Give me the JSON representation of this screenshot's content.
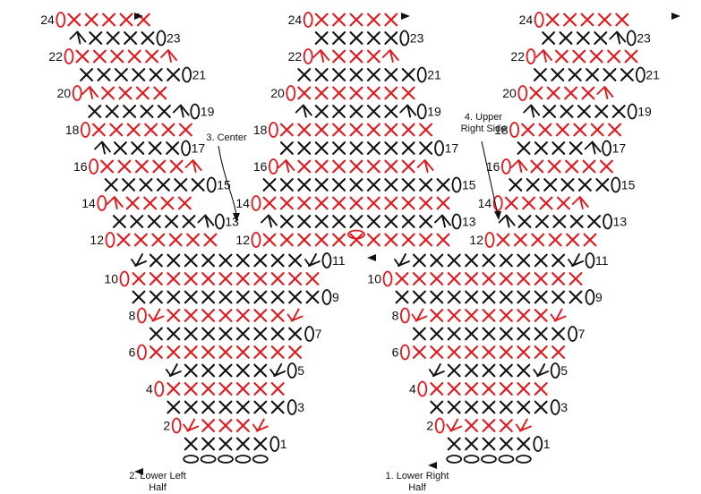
{
  "colors": {
    "red": "#e0191e",
    "black": "#111111"
  },
  "symbols": {
    "sc": "cross-stitch",
    "dec": "decrease-stitch",
    "inc": "increase-stitch",
    "ch": "chain-oval",
    "turn": "start-triangle"
  },
  "labels": {
    "lower_left": [
      "2. Lower Left",
      "Half"
    ],
    "lower_right": [
      "1. Lower Right",
      "Half"
    ],
    "center": [
      "3. Center"
    ],
    "upper_right": [
      "4. Upper",
      "Right Side"
    ]
  },
  "pieces": {
    "lower_left": {
      "rows": [
        {
          "n": "1",
          "color": "black",
          "stitches": [
            "sc",
            "sc",
            "sc",
            "sc",
            "sc"
          ]
        },
        {
          "n": "2",
          "color": "red",
          "stitches": [
            "inc",
            "sc",
            "sc",
            "sc",
            "inc"
          ]
        },
        {
          "n": "3",
          "color": "black",
          "stitches": [
            "sc",
            "sc",
            "sc",
            "sc",
            "sc",
            "sc",
            "sc"
          ]
        },
        {
          "n": "4",
          "color": "red",
          "stitches": [
            "sc",
            "sc",
            "sc",
            "sc",
            "sc",
            "sc",
            "sc"
          ]
        },
        {
          "n": "5",
          "color": "black",
          "stitches": [
            "inc",
            "sc",
            "sc",
            "sc",
            "sc",
            "sc",
            "inc"
          ]
        },
        {
          "n": "6",
          "color": "red",
          "stitches": [
            "sc",
            "sc",
            "sc",
            "sc",
            "sc",
            "sc",
            "sc",
            "sc",
            "sc"
          ]
        },
        {
          "n": "7",
          "color": "black",
          "stitches": [
            "sc",
            "sc",
            "sc",
            "sc",
            "sc",
            "sc",
            "sc",
            "sc",
            "sc"
          ]
        },
        {
          "n": "8",
          "color": "red",
          "stitches": [
            "inc",
            "sc",
            "sc",
            "sc",
            "sc",
            "sc",
            "sc",
            "sc",
            "inc"
          ]
        },
        {
          "n": "9",
          "color": "black",
          "stitches": [
            "sc",
            "sc",
            "sc",
            "sc",
            "sc",
            "sc",
            "sc",
            "sc",
            "sc",
            "sc",
            "sc"
          ]
        },
        {
          "n": "10",
          "color": "red",
          "stitches": [
            "sc",
            "sc",
            "sc",
            "sc",
            "sc",
            "sc",
            "sc",
            "sc",
            "sc",
            "sc",
            "sc"
          ]
        },
        {
          "n": "11",
          "color": "black",
          "stitches": [
            "inc",
            "sc",
            "sc",
            "sc",
            "sc",
            "sc",
            "sc",
            "sc",
            "sc",
            "sc",
            "inc"
          ]
        }
      ]
    },
    "lower_right": {
      "rows": [
        {
          "n": "1",
          "color": "black",
          "stitches": [
            "sc",
            "sc",
            "sc",
            "sc",
            "sc"
          ]
        },
        {
          "n": "2",
          "color": "red",
          "stitches": [
            "inc",
            "sc",
            "sc",
            "sc",
            "inc"
          ]
        },
        {
          "n": "3",
          "color": "black",
          "stitches": [
            "sc",
            "sc",
            "sc",
            "sc",
            "sc",
            "sc",
            "sc"
          ]
        },
        {
          "n": "4",
          "color": "red",
          "stitches": [
            "sc",
            "sc",
            "sc",
            "sc",
            "sc",
            "sc",
            "sc"
          ]
        },
        {
          "n": "5",
          "color": "black",
          "stitches": [
            "inc",
            "sc",
            "sc",
            "sc",
            "sc",
            "sc",
            "inc"
          ]
        },
        {
          "n": "6",
          "color": "red",
          "stitches": [
            "sc",
            "sc",
            "sc",
            "sc",
            "sc",
            "sc",
            "sc",
            "sc",
            "sc"
          ]
        },
        {
          "n": "7",
          "color": "black",
          "stitches": [
            "sc",
            "sc",
            "sc",
            "sc",
            "sc",
            "sc",
            "sc",
            "sc",
            "sc"
          ]
        },
        {
          "n": "8",
          "color": "red",
          "stitches": [
            "inc",
            "sc",
            "sc",
            "sc",
            "sc",
            "sc",
            "sc",
            "sc",
            "inc"
          ]
        },
        {
          "n": "9",
          "color": "black",
          "stitches": [
            "sc",
            "sc",
            "sc",
            "sc",
            "sc",
            "sc",
            "sc",
            "sc",
            "sc",
            "sc",
            "sc"
          ]
        },
        {
          "n": "10",
          "color": "red",
          "stitches": [
            "sc",
            "sc",
            "sc",
            "sc",
            "sc",
            "sc",
            "sc",
            "sc",
            "sc",
            "sc",
            "sc"
          ]
        },
        {
          "n": "11",
          "color": "black",
          "stitches": [
            "inc",
            "sc",
            "sc",
            "sc",
            "sc",
            "sc",
            "sc",
            "sc",
            "sc",
            "sc",
            "inc"
          ]
        }
      ]
    },
    "left_wing": {
      "rows": [
        {
          "n": "12",
          "color": "red",
          "stitches": [
            "sc",
            "sc",
            "sc",
            "sc",
            "sc",
            "sc"
          ]
        },
        {
          "n": "13",
          "color": "black",
          "stitches": [
            "sc",
            "sc",
            "sc",
            "sc",
            "sc",
            "dec"
          ]
        },
        {
          "n": "14",
          "color": "red",
          "stitches": [
            "dec",
            "sc",
            "sc",
            "sc",
            "sc"
          ]
        },
        {
          "n": "15",
          "color": "black",
          "stitches": [
            "sc",
            "sc",
            "sc",
            "sc",
            "sc",
            "sc"
          ]
        },
        {
          "n": "16",
          "color": "red",
          "stitches": [
            "sc",
            "sc",
            "sc",
            "sc",
            "sc",
            "dec"
          ]
        },
        {
          "n": "17",
          "color": "black",
          "stitches": [
            "dec",
            "sc",
            "sc",
            "sc",
            "sc"
          ]
        },
        {
          "n": "18",
          "color": "red",
          "stitches": [
            "sc",
            "sc",
            "sc",
            "sc",
            "sc",
            "sc"
          ]
        },
        {
          "n": "19",
          "color": "black",
          "stitches": [
            "sc",
            "sc",
            "sc",
            "sc",
            "sc",
            "dec"
          ]
        },
        {
          "n": "20",
          "color": "red",
          "stitches": [
            "dec",
            "sc",
            "sc",
            "sc",
            "sc"
          ]
        },
        {
          "n": "21",
          "color": "black",
          "stitches": [
            "sc",
            "sc",
            "sc",
            "sc",
            "sc",
            "sc"
          ]
        },
        {
          "n": "22",
          "color": "red",
          "stitches": [
            "sc",
            "sc",
            "sc",
            "sc",
            "sc",
            "dec"
          ]
        },
        {
          "n": "23",
          "color": "black",
          "stitches": [
            "dec",
            "sc",
            "sc",
            "sc",
            "sc"
          ]
        },
        {
          "n": "24",
          "color": "red",
          "stitches": [
            "sc",
            "sc",
            "sc",
            "sc",
            "sc"
          ]
        }
      ]
    },
    "center": {
      "rows": [
        {
          "n": "12",
          "color": "red",
          "stitches": [
            "sc",
            "sc",
            "sc",
            "sc",
            "sc",
            "sc",
            "sc",
            "sc",
            "sc",
            "sc",
            "sc"
          ]
        },
        {
          "n": "13",
          "color": "black",
          "stitches": [
            "dec",
            "sc",
            "sc",
            "sc",
            "sc",
            "sc",
            "sc",
            "sc",
            "sc",
            "sc",
            "dec"
          ]
        },
        {
          "n": "14",
          "color": "red",
          "stitches": [
            "sc",
            "sc",
            "sc",
            "sc",
            "sc",
            "sc",
            "sc",
            "sc",
            "sc",
            "sc",
            "sc"
          ]
        },
        {
          "n": "15",
          "color": "black",
          "stitches": [
            "sc",
            "sc",
            "sc",
            "sc",
            "sc",
            "sc",
            "sc",
            "sc",
            "sc",
            "sc",
            "sc"
          ]
        },
        {
          "n": "16",
          "color": "red",
          "stitches": [
            "dec",
            "sc",
            "sc",
            "sc",
            "sc",
            "sc",
            "sc",
            "sc",
            "dec"
          ]
        },
        {
          "n": "17",
          "color": "black",
          "stitches": [
            "sc",
            "sc",
            "sc",
            "sc",
            "sc",
            "sc",
            "sc",
            "sc",
            "sc"
          ]
        },
        {
          "n": "18",
          "color": "red",
          "stitches": [
            "sc",
            "sc",
            "sc",
            "sc",
            "sc",
            "sc",
            "sc",
            "sc",
            "sc"
          ]
        },
        {
          "n": "19",
          "color": "black",
          "stitches": [
            "dec",
            "sc",
            "sc",
            "sc",
            "sc",
            "sc",
            "dec"
          ]
        },
        {
          "n": "20",
          "color": "red",
          "stitches": [
            "sc",
            "sc",
            "sc",
            "sc",
            "sc",
            "sc",
            "sc"
          ]
        },
        {
          "n": "21",
          "color": "black",
          "stitches": [
            "sc",
            "sc",
            "sc",
            "sc",
            "sc",
            "sc",
            "sc"
          ]
        },
        {
          "n": "22",
          "color": "red",
          "stitches": [
            "dec",
            "sc",
            "sc",
            "sc",
            "dec"
          ]
        },
        {
          "n": "23",
          "color": "black",
          "stitches": [
            "sc",
            "sc",
            "sc",
            "sc",
            "sc"
          ]
        },
        {
          "n": "24",
          "color": "red",
          "stitches": [
            "sc",
            "sc",
            "sc",
            "sc",
            "sc"
          ]
        }
      ]
    },
    "right_wing": {
      "rows": [
        {
          "n": "12",
          "color": "red",
          "stitches": [
            "sc",
            "sc",
            "sc",
            "sc",
            "sc",
            "sc"
          ]
        },
        {
          "n": "13",
          "color": "black",
          "stitches": [
            "dec",
            "sc",
            "sc",
            "sc",
            "sc",
            "sc"
          ]
        },
        {
          "n": "14",
          "color": "red",
          "stitches": [
            "sc",
            "sc",
            "sc",
            "sc",
            "dec"
          ]
        },
        {
          "n": "15",
          "color": "black",
          "stitches": [
            "sc",
            "sc",
            "sc",
            "sc",
            "sc",
            "sc"
          ]
        },
        {
          "n": "16",
          "color": "red",
          "stitches": [
            "dec",
            "sc",
            "sc",
            "sc",
            "sc",
            "sc"
          ]
        },
        {
          "n": "17",
          "color": "black",
          "stitches": [
            "sc",
            "sc",
            "sc",
            "sc",
            "dec"
          ]
        },
        {
          "n": "18",
          "color": "red",
          "stitches": [
            "sc",
            "sc",
            "sc",
            "sc",
            "sc",
            "sc"
          ]
        },
        {
          "n": "19",
          "color": "black",
          "stitches": [
            "dec",
            "sc",
            "sc",
            "sc",
            "sc",
            "sc"
          ]
        },
        {
          "n": "20",
          "color": "red",
          "stitches": [
            "sc",
            "sc",
            "sc",
            "sc",
            "dec"
          ]
        },
        {
          "n": "21",
          "color": "black",
          "stitches": [
            "sc",
            "sc",
            "sc",
            "sc",
            "sc",
            "sc"
          ]
        },
        {
          "n": "22",
          "color": "red",
          "stitches": [
            "dec",
            "sc",
            "sc",
            "sc",
            "sc",
            "sc"
          ]
        },
        {
          "n": "23",
          "color": "black",
          "stitches": [
            "sc",
            "sc",
            "sc",
            "sc",
            "dec"
          ]
        },
        {
          "n": "24",
          "color": "red",
          "stitches": [
            "sc",
            "sc",
            "sc",
            "sc",
            "sc"
          ]
        }
      ]
    }
  }
}
